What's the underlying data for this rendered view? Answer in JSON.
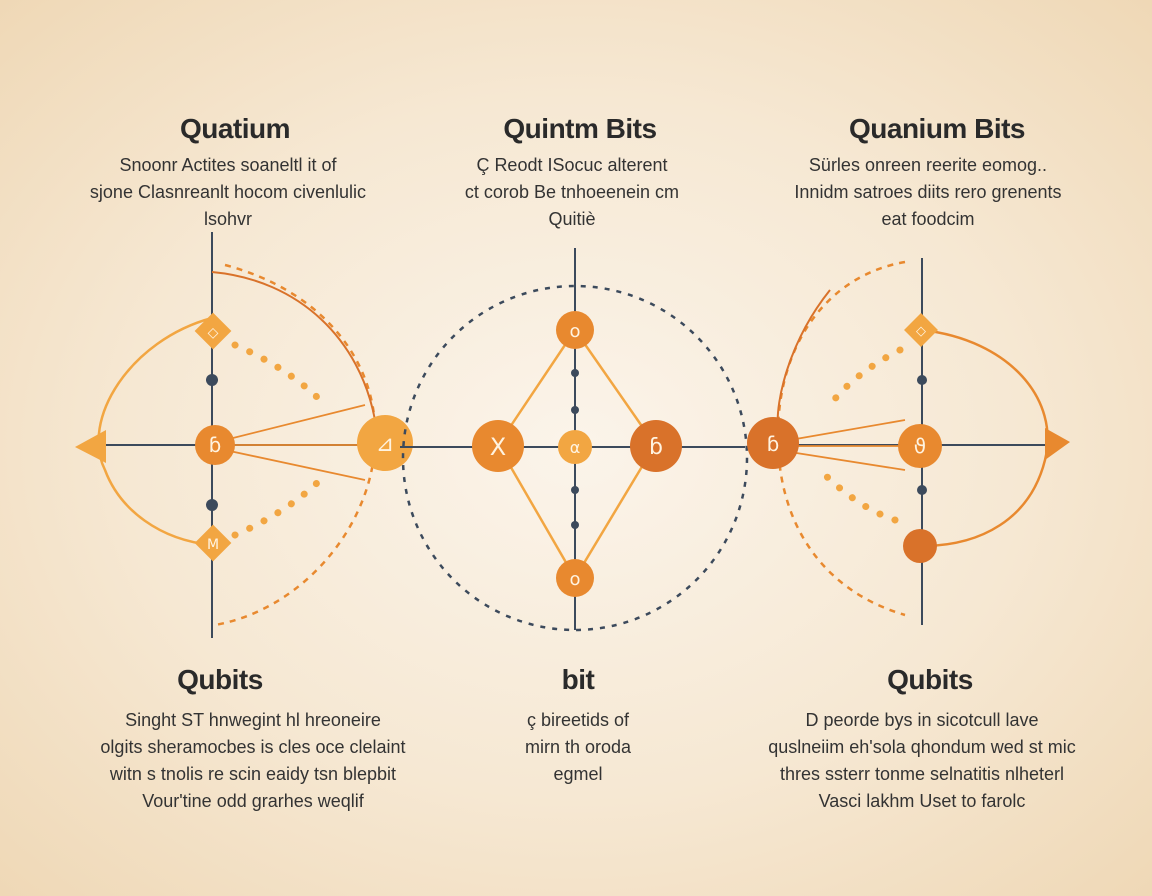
{
  "top": {
    "left": {
      "title": "Quatium",
      "lines": [
        "Snoonr Actites soaneltl it of",
        "sjone Clasnreanlt hocom civenlulic",
        "lsohvr"
      ]
    },
    "center": {
      "title": "Quintm Bits",
      "lines": [
        "Ç Reodt ISocuc alterent",
        "ct corob Be tnhoeenein cm",
        "Quitiè"
      ]
    },
    "right": {
      "title": "Quanium Bits",
      "lines": [
        "Sürles onreen reerite eomog..",
        "Innidm satroes diits rero grenents",
        "eat foodcim"
      ]
    }
  },
  "bottom": {
    "left": {
      "title": "Qubits",
      "lines": [
        "Singht ST hnwegint hl hreoneire",
        "olgits sheramocbes is cles oce clelaint",
        "witn s tnolis re scin eaidy tsn blepbit",
        "Vour'tine odd grarhes weqlif"
      ]
    },
    "center": {
      "title": "bit",
      "lines": [
        "ç bireetids of",
        "mirn th oroda",
        "egmel"
      ]
    },
    "right": {
      "title": "Qubits",
      "lines": [
        "D peorde bys in sicotcull lave",
        "quslneiim eh'sola qhondum wed st mic",
        "thres ssterr tonme selnatitis nlheterl",
        "Vasci lakhm Uset to farolc"
      ]
    }
  },
  "colors": {
    "orange": "#e8892f",
    "orange_light": "#f2a642",
    "orange_dark": "#d9722a",
    "axis": "#3c4a5c",
    "circle": "#3c4a5c"
  },
  "nodes": {
    "left_center_glyph": "ɓ",
    "left_top_glyph": "◇",
    "left_bottom_glyph": "M",
    "left_right_glyph": "⊿",
    "center_top_glyph": "o",
    "center_left_glyph": "X",
    "center_mid_glyph": "α",
    "center_right_glyph": "ɓ",
    "center_bottom_glyph": "o",
    "right_left_glyph": "ɓ",
    "right_center_glyph": "ϑ",
    "right_top_glyph": "◇"
  }
}
